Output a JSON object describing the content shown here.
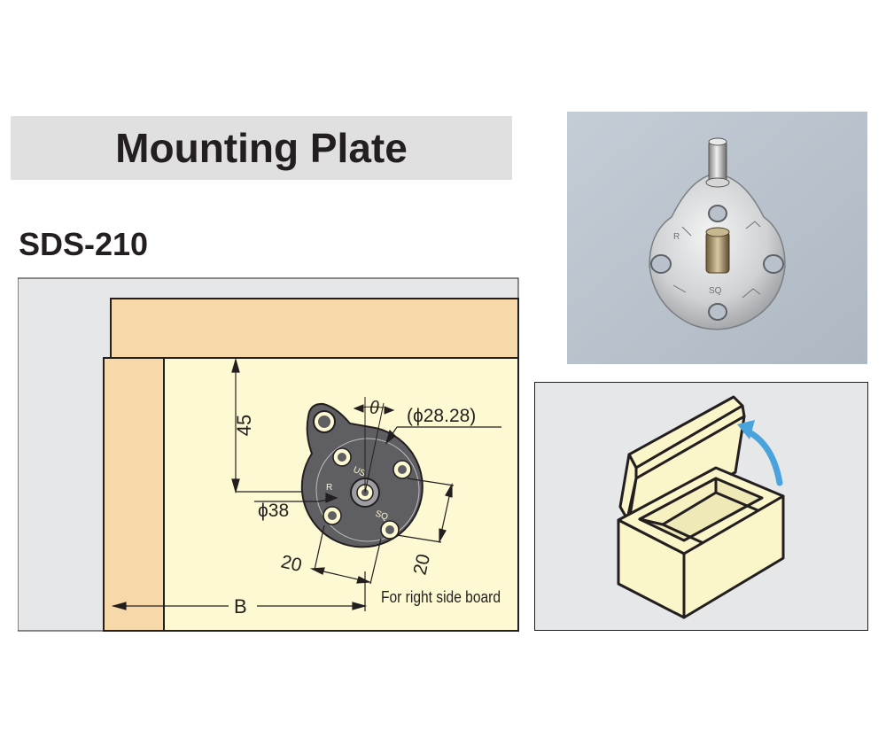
{
  "header": {
    "title": "Mounting Plate"
  },
  "model": {
    "code": "SDS-210"
  },
  "diagram": {
    "dim_45": "45",
    "theta": "θ",
    "phi_28": "(ϕ28.28)",
    "phi_38": "ϕ38",
    "dim_20_horizontal": "20",
    "dim_20_vertical": "20",
    "dim_b": "B",
    "note": "For right side board",
    "plate_mark_us": "US",
    "plate_mark_r": "R",
    "plate_mark_sq": "SQ"
  },
  "photo": {
    "plate_mark_r": "R",
    "plate_mark_sq": "SQ",
    "background_color": "#b9c2cc"
  },
  "illustration": {
    "box_color": "#fbf6c9",
    "arrow_color": "#4aa3dc"
  }
}
